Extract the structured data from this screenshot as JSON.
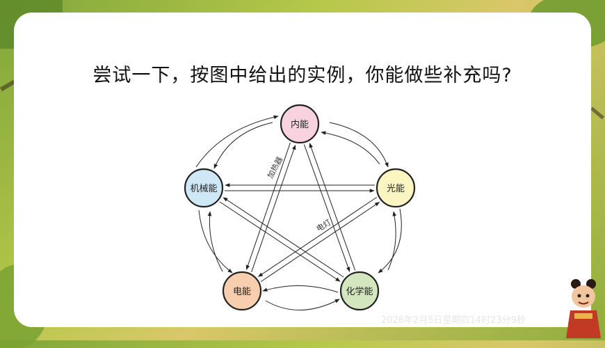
{
  "slide": {
    "title": "尝试一下，按图中给出的实例，你能做些补充吗?",
    "watermark": "2026年2月5日星期四14时23分9秒"
  },
  "diagram": {
    "nodes": [
      {
        "id": "internal",
        "label": "内能",
        "color": "#f9d2e0"
      },
      {
        "id": "mechanical",
        "label": "机械能",
        "color": "#cfe8f7"
      },
      {
        "id": "light",
        "label": "光能",
        "color": "#fbf5c2"
      },
      {
        "id": "electric",
        "label": "电能",
        "color": "#f8cfae"
      },
      {
        "id": "chemical",
        "label": "化学能",
        "color": "#d3e6be"
      }
    ],
    "edge_labels": {
      "heater": "加热器",
      "lamp": "电灯"
    }
  },
  "colors": {
    "stroke": "#222222",
    "card": "#ffffff"
  }
}
